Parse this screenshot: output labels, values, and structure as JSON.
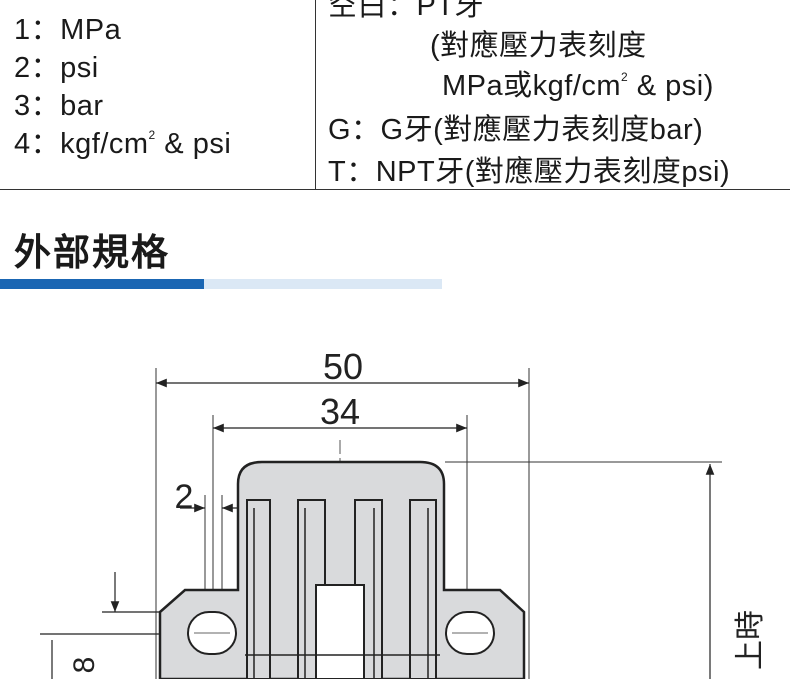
{
  "table": {
    "left": {
      "items": [
        {
          "num": "1：",
          "text": "MPa"
        },
        {
          "num": "2：",
          "text": "psi"
        },
        {
          "num": "3：",
          "text": "bar"
        },
        {
          "num": "4：",
          "text": "kgf/cm",
          "sup": "2",
          "tail": " & psi"
        }
      ]
    },
    "right": {
      "line0": "空白：PT牙",
      "line1": "(對應壓力表刻度",
      "line2_a": "MPa或kgf/cm",
      "line2_sup": "2",
      "line2_b": " & psi)",
      "line3": "G：G牙(對應壓力表刻度bar)",
      "line4": "T：NPT牙(對應壓力表刻度psi)"
    }
  },
  "section": {
    "title": "外部規格"
  },
  "colors": {
    "accent": "#1a66b3",
    "accent_light": "#dbe8f5"
  },
  "drawing": {
    "dim_overall": "50",
    "dim_inner": "34",
    "dim_gap": "2",
    "dim_small": "8",
    "side_label": "上時"
  }
}
